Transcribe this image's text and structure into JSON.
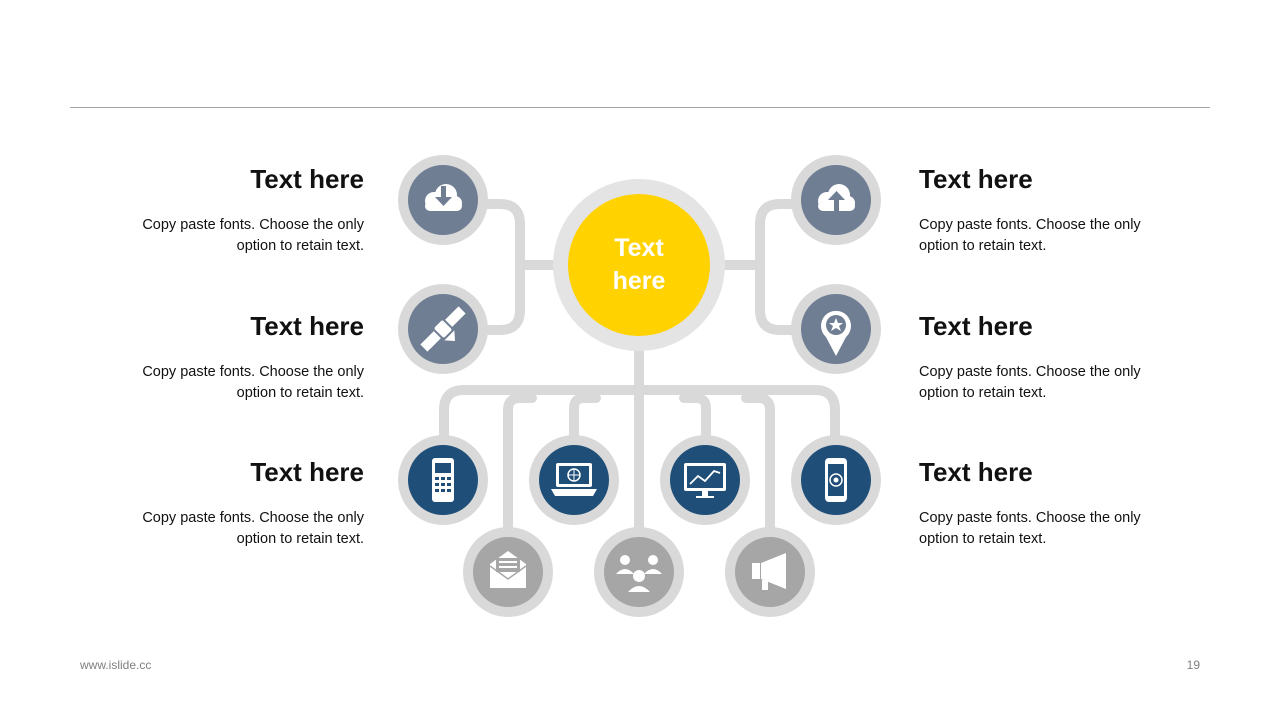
{
  "slide": {
    "center_label": "Text\nhere",
    "page_number": "19",
    "website": "www.islide.cc"
  },
  "blocks": [
    {
      "title": "Text here",
      "body": "Copy paste fonts. Choose the only option to retain text."
    },
    {
      "title": "Text here",
      "body": "Copy paste fonts. Choose the only option to retain text."
    },
    {
      "title": "Text here",
      "body": "Copy paste fonts. Choose the only option to retain text."
    },
    {
      "title": "Text here",
      "body": "Copy paste fonts. Choose the only option to retain text."
    },
    {
      "title": "Text here",
      "body": "Copy paste fonts. Choose the only option to retain text."
    },
    {
      "title": "Text here",
      "body": "Copy paste fonts. Choose the only option to retain text."
    }
  ],
  "colors": {
    "center": "#FFD200",
    "slate": "#6F7E93",
    "navy": "#1F4E79",
    "gray_icon": "#A6A6A6",
    "ring": "#D9D9D9",
    "connector": "#D9D9D9"
  },
  "icons": [
    "cloud-download-icon",
    "satellite-icon",
    "cloud-upload-icon",
    "map-pin-star-icon",
    "mobile-phone-icon",
    "laptop-globe-icon",
    "monitor-chart-icon",
    "smartphone-target-icon",
    "envelope-icon",
    "people-group-icon",
    "megaphone-icon"
  ]
}
